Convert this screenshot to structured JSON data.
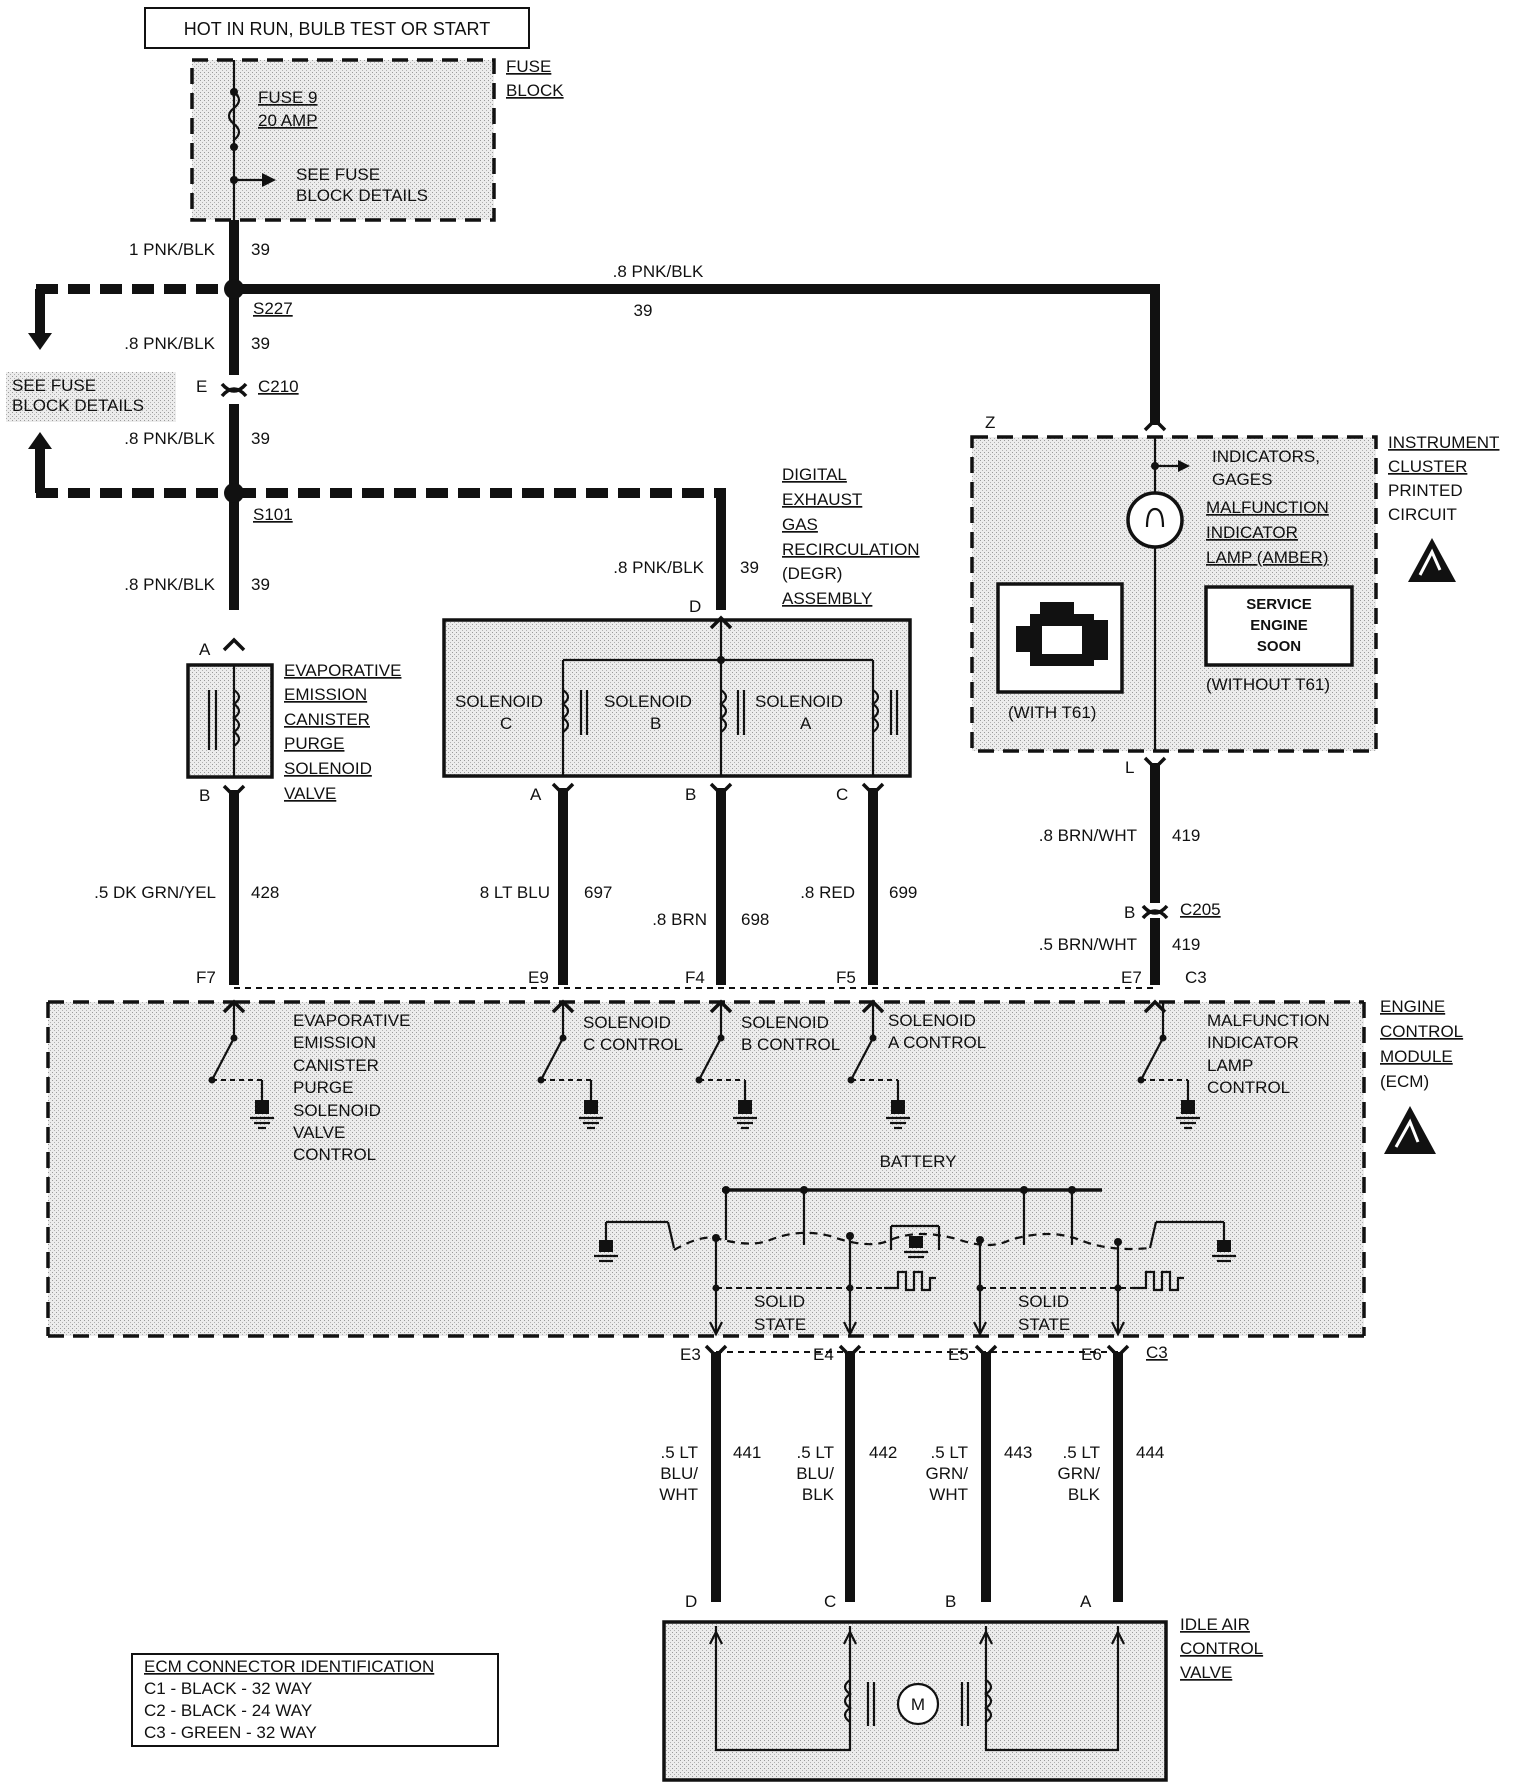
{
  "power": {
    "title": "HOT IN RUN, BULB TEST OR START"
  },
  "fuse_block": {
    "label_line1": "FUSE",
    "label_line2": "BLOCK",
    "fuse_line1": "FUSE 9",
    "fuse_line2": "20 AMP",
    "details_line1": "SEE FUSE",
    "details_line2": "BLOCK DETAILS"
  },
  "left_details": {
    "line1": "SEE FUSE",
    "line2": "BLOCK DETAILS"
  },
  "wires": {
    "w_fuse_out": {
      "size_color": "1 PNK/BLK",
      "circuit": "39"
    },
    "w_top_run": {
      "size_color": ".8 PNK/BLK",
      "circuit": "39"
    },
    "w_s227_down": {
      "size_color": ".8 PNK/BLK",
      "circuit": "39"
    },
    "w_c210_down": {
      "size_color": ".8 PNK/BLK",
      "circuit": "39"
    },
    "w_s101_down": {
      "size_color": ".8 PNK/BLK",
      "circuit": "39"
    },
    "w_degr_feed": {
      "size_color": ".8 PNK/BLK",
      "circuit": "39"
    },
    "w_evap": {
      "size_color": ".5 DK GRN/YEL",
      "circuit": "428"
    },
    "w_sol_c": {
      "size_color": "8 LT BLU",
      "circuit": "697"
    },
    "w_sol_b": {
      "size_color": ".8 BRN",
      "circuit": "698"
    },
    "w_sol_a": {
      "size_color": ".8 RED",
      "circuit": "699"
    },
    "w_mil_top": {
      "size_color": ".8 BRN/WHT",
      "circuit": "419"
    },
    "w_mil_bot": {
      "size_color": ".5 BRN/WHT",
      "circuit": "419"
    },
    "w_iac_441": {
      "line1": ".5 LT",
      "line2": "BLU/",
      "line3": "WHT",
      "circuit": "441"
    },
    "w_iac_442": {
      "line1": ".5 LT",
      "line2": "BLU/",
      "line3": "BLK",
      "circuit": "442"
    },
    "w_iac_443": {
      "line1": ".5 LT",
      "line2": "GRN/",
      "line3": "WHT",
      "circuit": "443"
    },
    "w_iac_444": {
      "line1": ".5 LT",
      "line2": "GRN/",
      "line3": "BLK",
      "circuit": "444"
    }
  },
  "splices": {
    "s227": "S227",
    "s101": "S101"
  },
  "connectors": {
    "c210": "C210",
    "c210_pin": "E",
    "c205": "C205",
    "c205_pin": "B",
    "c3_top": "C3",
    "c3_bottom": "C3"
  },
  "pins": {
    "evap_a": "A",
    "evap_b": "B",
    "degr_d": "D",
    "degr_a": "A",
    "degr_b": "B",
    "degr_c": "C",
    "ic_z": "Z",
    "ic_l": "L",
    "ecm_f7": "F7",
    "ecm_e9": "E9",
    "ecm_f4": "F4",
    "ecm_f5": "F5",
    "ecm_e7": "E7",
    "ecm_e3": "E3",
    "ecm_e4": "E4",
    "ecm_e5": "E5",
    "ecm_e6": "E6",
    "iac_d": "D",
    "iac_c": "C",
    "iac_b": "B",
    "iac_a": "A"
  },
  "evap_valve": {
    "lines": [
      "EVAPORATIVE",
      "EMISSION",
      "CANISTER",
      "PURGE",
      "SOLENOID",
      "VALVE"
    ]
  },
  "degr": {
    "title_lines": [
      "DIGITAL",
      "EXHAUST",
      "GAS",
      "RECIRCULATION",
      "(DEGR)",
      "ASSEMBLY"
    ],
    "sol_c_1": "SOLENOID",
    "sol_c_2": "C",
    "sol_b_1": "SOLENOID",
    "sol_b_2": "B",
    "sol_a_1": "SOLENOID",
    "sol_a_2": "A"
  },
  "instrument_cluster": {
    "title_lines": [
      "INSTRUMENT",
      "CLUSTER",
      "PRINTED",
      "CIRCUIT"
    ],
    "indicators_1": "INDICATORS,",
    "indicators_2": "GAGES",
    "mil_1": "MALFUNCTION",
    "mil_2": "INDICATOR",
    "mil_3": "LAMP (AMBER)",
    "ses_1": "SERVICE",
    "ses_2": "ENGINE",
    "ses_3": "SOON",
    "with": "(WITH T61)",
    "without": "(WITHOUT T61)"
  },
  "ecm": {
    "title_lines": [
      "ENGINE",
      "CONTROL",
      "MODULE",
      "(ECM)"
    ],
    "evap_ctrl": [
      "EVAPORATIVE",
      "EMISSION",
      "CANISTER",
      "PURGE",
      "SOLENOID",
      "VALVE",
      "CONTROL"
    ],
    "sol_c_ctrl_1": "SOLENOID",
    "sol_c_ctrl_2": "C CONTROL",
    "sol_b_ctrl_1": "SOLENOID",
    "sol_b_ctrl_2": "B CONTROL",
    "sol_a_ctrl_1": "SOLENOID",
    "sol_a_ctrl_2": "A CONTROL",
    "mil_ctrl": [
      "MALFUNCTION",
      "INDICATOR",
      "LAMP",
      "CONTROL"
    ],
    "battery": "BATTERY",
    "solid_state_l1": "SOLID",
    "solid_state_l2": "STATE",
    "solid_state_r1": "SOLID",
    "solid_state_r2": "STATE"
  },
  "iac": {
    "lines": [
      "IDLE AIR",
      "CONTROL",
      "VALVE"
    ],
    "motor": "M"
  },
  "legend": {
    "title": "ECM CONNECTOR IDENTIFICATION",
    "rows": [
      "C1 - BLACK - 32 WAY",
      "C2 - BLACK - 24 WAY",
      "C3 - GREEN - 32 WAY"
    ]
  }
}
